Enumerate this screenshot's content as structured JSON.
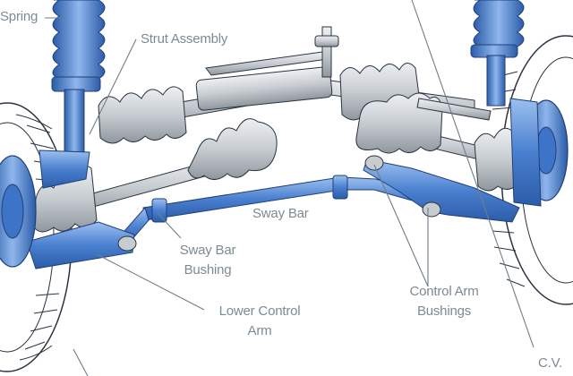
{
  "labels": {
    "spring": "Spring",
    "strut_assembly": "Strut Assembly",
    "sway_bar": "Sway Bar",
    "sway_bar_bushing_line1": "Sway Bar",
    "sway_bar_bushing_line2": "Bushing",
    "lower_control_arm_line1": "Lower Control",
    "lower_control_arm_line2": "Arm",
    "control_arm_bushings_line1": "Control Arm",
    "control_arm_bushings_line2": "Bushings",
    "cv_joint_partial": "C.V."
  },
  "colors": {
    "background": "#ffffff",
    "part_blue": "#3d74c8",
    "part_blue_light": "#7aa4e0",
    "part_gray": "#c4c8cc",
    "part_gray_dark": "#9ba2a8",
    "outline": "#2a3440",
    "label_text": "#7c8a94"
  }
}
